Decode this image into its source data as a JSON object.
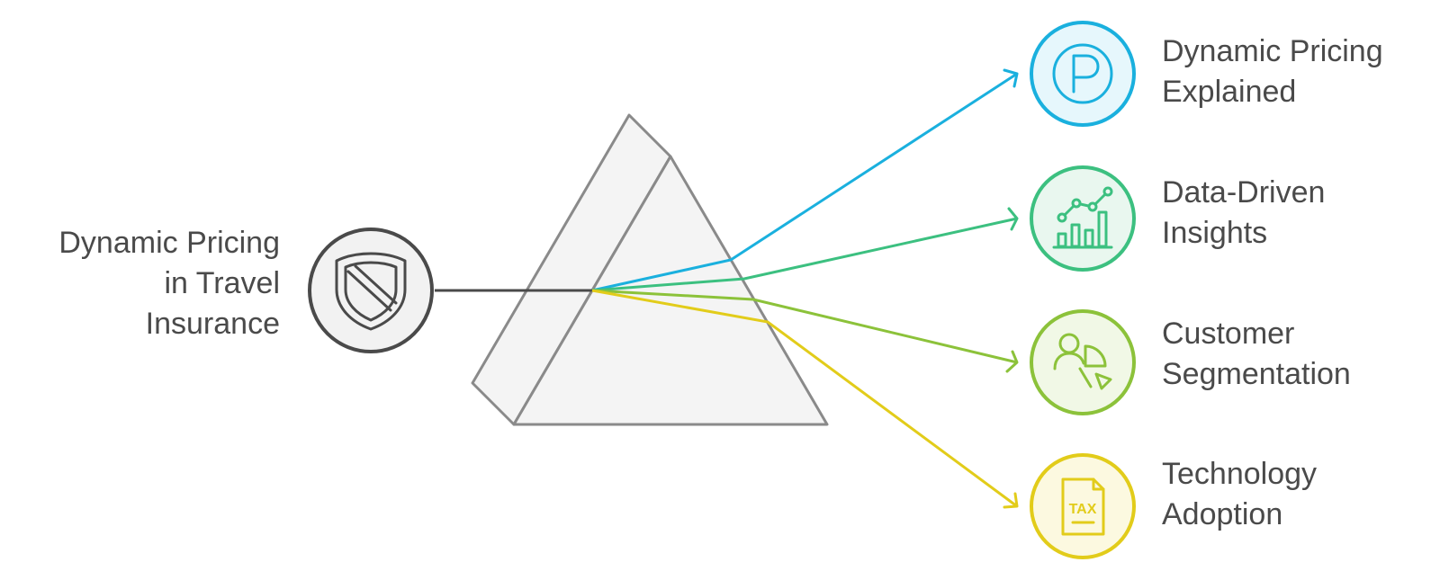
{
  "source": {
    "lines": [
      "Dynamic Pricing",
      "in Travel",
      "Insurance"
    ],
    "icon": "shield-icon"
  },
  "outputs": [
    {
      "id": "dynamic-pricing",
      "lines": [
        "Dynamic Pricing",
        "Explained"
      ],
      "icon": "parking-p-icon",
      "color": "#1ab0de",
      "fill": "#e6f7fc"
    },
    {
      "id": "data-driven",
      "lines": [
        "Data-Driven",
        "Insights"
      ],
      "icon": "line-bar-chart-icon",
      "color": "#3cc080",
      "fill": "#e9f7ef"
    },
    {
      "id": "customer",
      "lines": [
        "Customer",
        "Segmentation"
      ],
      "icon": "person-pie-chart-icon",
      "color": "#8cc23a",
      "fill": "#f1f8e6"
    },
    {
      "id": "technology",
      "lines": [
        "Technology",
        "Adoption"
      ],
      "icon": "tax-document-icon",
      "color": "#e2cc1a",
      "fill": "#fcf9e0"
    }
  ],
  "colors": {
    "text": "#4a4a4a",
    "prism_stroke": "#8a8a8a",
    "prism_fill": "#f4f4f4",
    "source_stroke": "#4a4a4a",
    "source_fill": "#f2f2f2"
  }
}
